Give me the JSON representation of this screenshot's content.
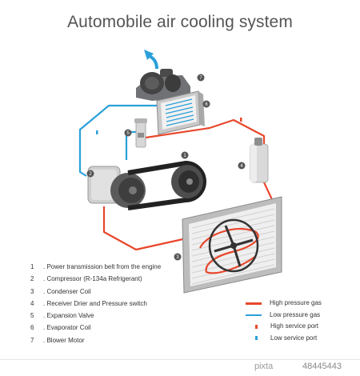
{
  "title": "Automobile air cooling system",
  "components": [
    {
      "number": "1",
      "label": "Power transmission belt from the engine"
    },
    {
      "number": "2",
      "label": "Compressor (R-134a Refrigerant)"
    },
    {
      "number": "3",
      "label": "Condenser Coil"
    },
    {
      "number": "4",
      "label": "Receiver Drier and Pressure switch"
    },
    {
      "number": "5",
      "label": "Expansion Valve"
    },
    {
      "number": "6",
      "label": "Evaporator Coil"
    },
    {
      "number": "7",
      "label": "Blower Motor"
    }
  ],
  "key": [
    {
      "label": "High pressure gas",
      "kind": "line",
      "color": "#e8472c"
    },
    {
      "label": "Low pressure gas",
      "kind": "line",
      "color": "#2b9fd9"
    },
    {
      "label": "High service port",
      "kind": "port",
      "color": "#e8472c"
    },
    {
      "label": "Low service port",
      "kind": "port",
      "color": "#2b9fd9"
    }
  ],
  "colors": {
    "high_pressure": "#e8472c",
    "low_pressure": "#2b9fd9",
    "callout": "#555555"
  },
  "footer": {
    "brand": "pixta",
    "image_id": "48445443"
  }
}
